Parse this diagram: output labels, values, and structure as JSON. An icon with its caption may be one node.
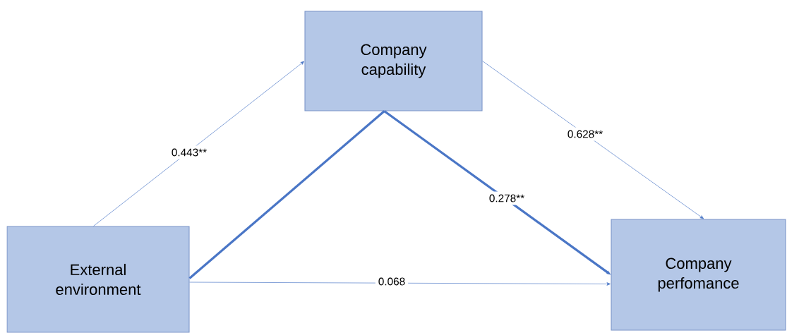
{
  "diagram": {
    "nodes": [
      {
        "text": [
          "Company capability"
        ]
      },
      {
        "text": [
          "External environment"
        ]
      },
      {
        "text": [
          "Company perfomance"
        ]
      }
    ],
    "edges": [
      {
        "from": 1,
        "to": 0,
        "arrow": "to",
        "label": "0.443**"
      },
      {
        "from": 0,
        "to": 2,
        "arrow": "to",
        "label": "0.628**"
      },
      {
        "from": 1,
        "to": 0,
        "arrow": "none",
        "style": "thick"
      },
      {
        "from": 0,
        "to": 2,
        "arrow": "to",
        "style": "thick",
        "label": "0.278**"
      },
      {
        "from": 1,
        "to": 2,
        "arrow": "to",
        "label": "0.068"
      }
    ]
  }
}
